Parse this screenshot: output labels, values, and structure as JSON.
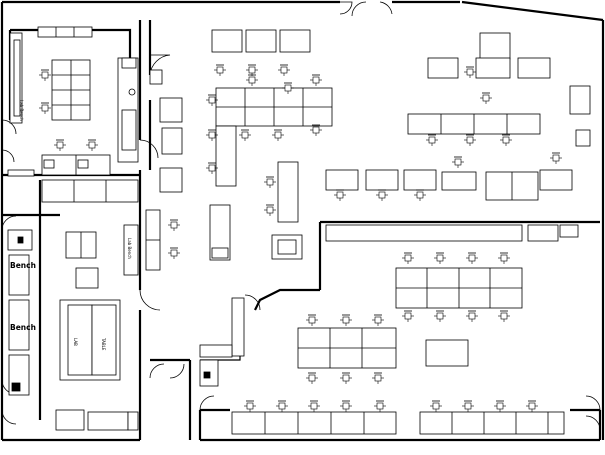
{
  "labels": {
    "bench_top": "Bench",
    "bench_bottom": "Bench",
    "vertical_label_1": "Lab Bench",
    "vertical_label_2": "Lab Bench",
    "vertical_label_3": "LAB",
    "vertical_label_4": "TABLE"
  }
}
